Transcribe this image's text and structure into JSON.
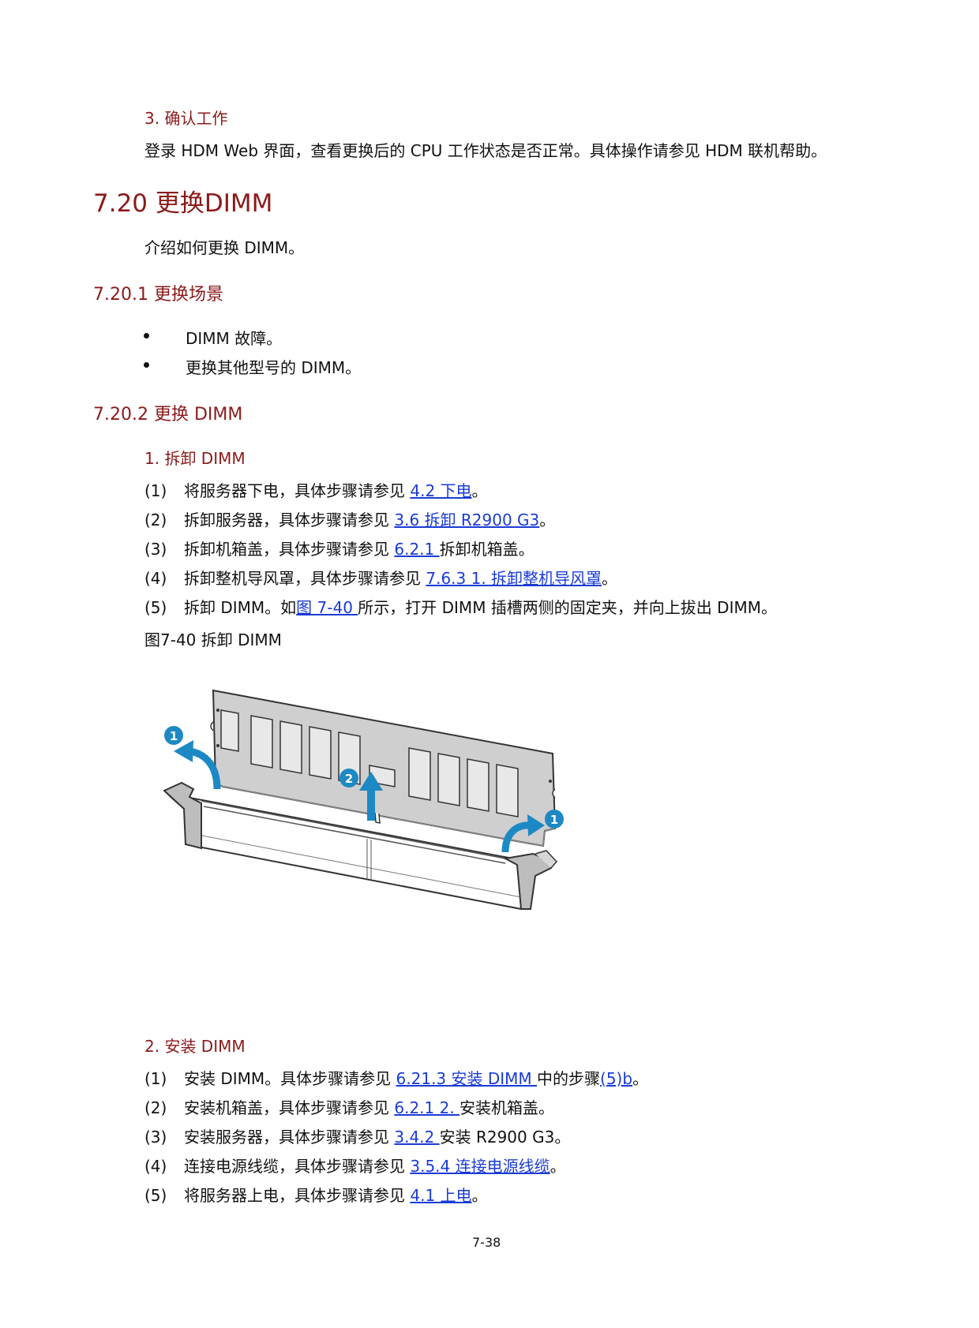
{
  "sec3": {
    "heading": "3. 确认工作",
    "text": "登录 HDM Web 界面，查看更换后的 CPU 工作状态是否正常。具体操作请参见 HDM 联机帮助。"
  },
  "sec720": {
    "heading": "7.20  更换DIMM",
    "intro": "介绍如何更换 DIMM。"
  },
  "sec7201": {
    "heading": "7.20.1  更换场景",
    "bullets": [
      "DIMM 故障。",
      "更换其他型号的 DIMM。"
    ]
  },
  "sec7202": {
    "heading": "7.20.2  更换 DIMM",
    "remove": {
      "heading": "1. 拆卸 DIMM",
      "steps": [
        {
          "n": "(1)",
          "pre": "将服务器下电，具体步骤请参见 ",
          "link": "4.2  下电",
          "post": "。"
        },
        {
          "n": "(2)",
          "pre": "拆卸服务器，具体步骤请参见 ",
          "link": "3.6  拆卸 R2900 G3",
          "post": "。"
        },
        {
          "n": "(3)",
          "pre": "拆卸机箱盖，具体步骤请参见 ",
          "link": "6.2.1 ",
          "post": "拆卸机箱盖。"
        },
        {
          "n": "(4)",
          "pre": "拆卸整机导风罩，具体步骤请参见 ",
          "link": "7.6.3  1. 拆卸整机导风罩",
          "post": "。"
        },
        {
          "n": "(5)",
          "pre": "拆卸 DIMM。如",
          "link": "图 7-40 ",
          "post": "所示，打开 DIMM 插槽两侧的固定夹，并向上拔出 DIMM。"
        }
      ],
      "figure_caption": "图7-40  拆卸 DIMM",
      "callouts": [
        "1",
        "2",
        "1"
      ]
    },
    "install": {
      "heading": "2. 安装 DIMM",
      "steps": [
        {
          "n": "(1)",
          "pre": "安装 DIMM。具体步骤请参见 ",
          "link": "6.21.3  安装 DIMM ",
          "post": "中的步骤",
          "link2": "(5)b",
          "post2": "。"
        },
        {
          "n": "(2)",
          "pre": "安装机箱盖，具体步骤请参见 ",
          "link": "6.2.1  2. ",
          "post": "安装机箱盖。"
        },
        {
          "n": "(3)",
          "pre": "安装服务器，具体步骤请参见 ",
          "link": "3.4.2 ",
          "post": " 安装 R2900 G3。"
        },
        {
          "n": "(4)",
          "pre": "连接电源线缆，具体步骤请参见 ",
          "link": "3.5.4  连接电源线缆",
          "post": "。"
        },
        {
          "n": "(5)",
          "pre": "将服务器上电，具体步骤请参见 ",
          "link": "4.1  上电",
          "post": "。"
        }
      ]
    }
  },
  "footer": {
    "page": "7-38"
  },
  "colors": {
    "heading": "#8b1a1a",
    "link": "#1a3bd6",
    "arrow": "#1d89c4"
  }
}
